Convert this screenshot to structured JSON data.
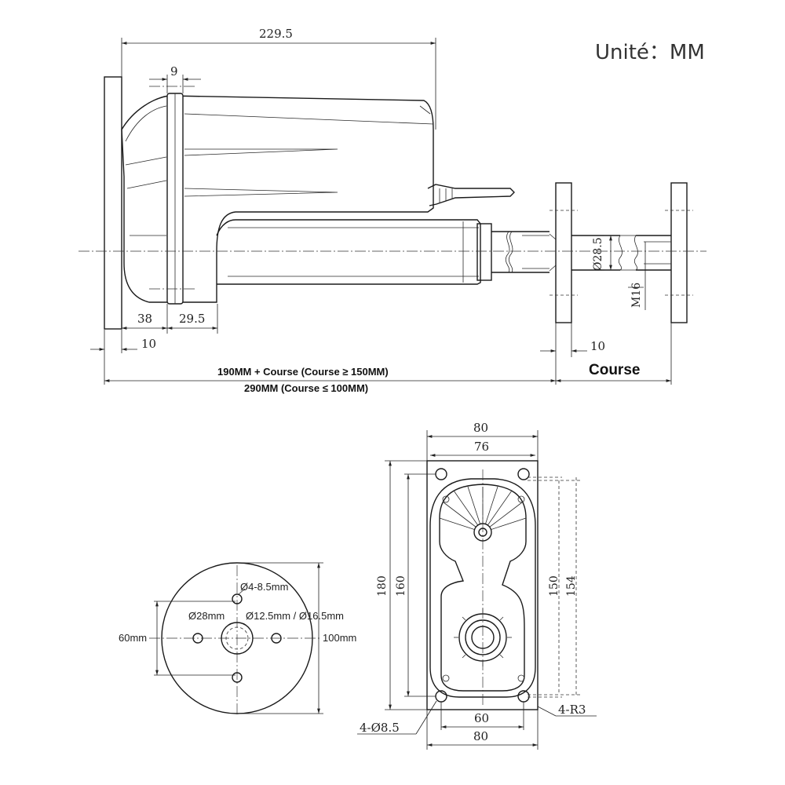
{
  "unit_label": "Unité：MM",
  "side_view": {
    "dim_total": "229.5",
    "dim_flange": "9",
    "dim_38": "38",
    "dim_29_5": "29.5",
    "dim_10_left": "10",
    "dim_10_right": "10",
    "dim_rod_dia": "Ø28.5",
    "dim_thread": "M16",
    "course_label": "Course",
    "length_line1": "190MM + Course (Course ≥ 150MM)",
    "length_line2": "290MM (Course ≤ 100MM)"
  },
  "flange_view": {
    "hole_label": "Ø4-8.5mm",
    "center_dia_label": "Ø28mm",
    "bore_label": "Ø12.5mm / Ø16.5mm",
    "dim_60": "60mm",
    "dim_100": "100mm"
  },
  "end_view": {
    "dim_80_top": "80",
    "dim_76": "76",
    "dim_180": "180",
    "dim_160": "160",
    "dim_150": "150",
    "dim_154": "154",
    "dim_60_bottom": "60",
    "dim_80_bottom": "80",
    "holes_label": "4-Ø8.5",
    "radius_label": "4-R3"
  }
}
